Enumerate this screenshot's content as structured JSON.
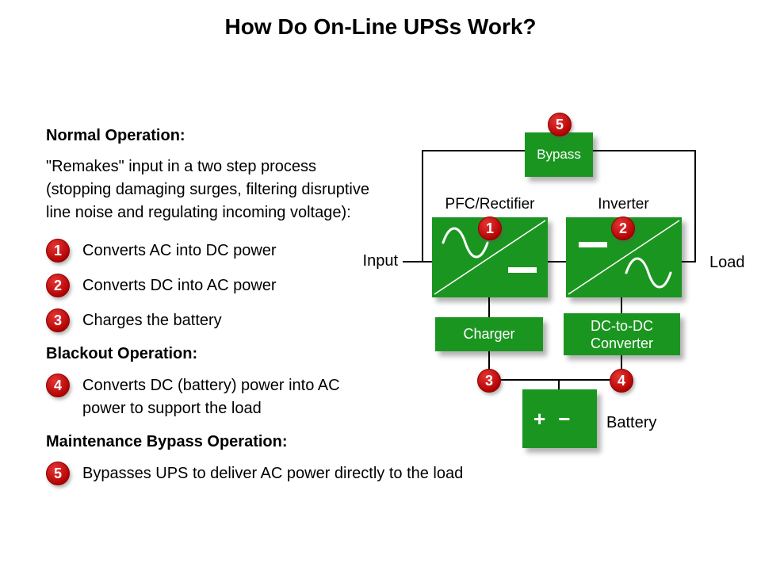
{
  "title": "How Do On-Line UPSs Work?",
  "colors": {
    "box_green": "#1a9620",
    "circle_red": "#c00000",
    "connector_line": "#000000"
  },
  "left_panel": {
    "normal_heading": "Normal Operation:",
    "normal_intro": "\"Remakes\" input in a two step process (stopping damaging surges, filtering disruptive line noise and regulating incoming voltage):",
    "steps": [
      {
        "num": "1",
        "text": "Converts AC into DC power"
      },
      {
        "num": "2",
        "text": "Converts DC into AC power"
      },
      {
        "num": "3",
        "text": "Charges the battery"
      }
    ],
    "blackout_heading": "Blackout Operation:",
    "blackout_step": {
      "num": "4",
      "text": "Converts DC (battery) power into AC power to support the load"
    },
    "maintenance_heading": "Maintenance Bypass Operation:",
    "maintenance_step": {
      "num": "5",
      "text": "Bypasses UPS to deliver AC power directly to the load"
    }
  },
  "diagram": {
    "bypass": {
      "num": "5",
      "label": "Bypass"
    },
    "pfc": {
      "num": "1",
      "label": "PFC/Rectifier"
    },
    "inverter": {
      "num": "2",
      "label": "Inverter"
    },
    "charger": {
      "num": "3",
      "label": "Charger"
    },
    "dcdc": {
      "num": "4",
      "label_line1": "DC-to-DC",
      "label_line2": "Converter"
    },
    "battery": {
      "label": "Battery",
      "plus": "+",
      "minus": "−"
    },
    "input_label": "Input",
    "load_label": "Load"
  }
}
